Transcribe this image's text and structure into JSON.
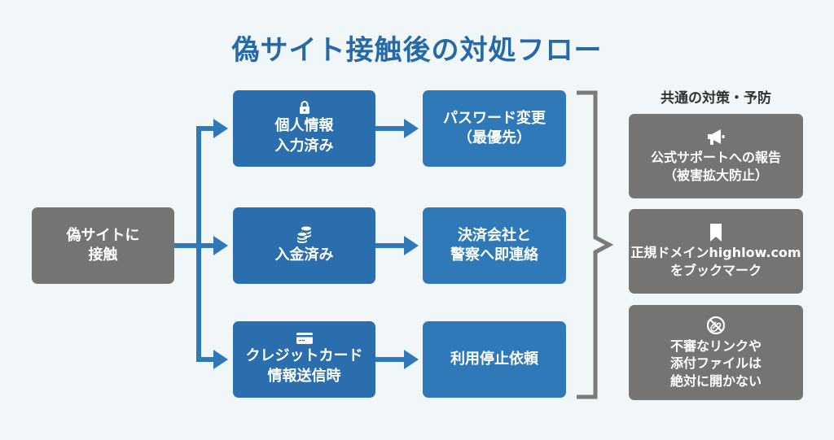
{
  "title": "偽サイト接触後の対処フロー",
  "start": {
    "lines": [
      "偽サイトに",
      "接触"
    ]
  },
  "conditions": [
    {
      "icon": "lock-icon",
      "lines": [
        "個人情報",
        "入力済み"
      ]
    },
    {
      "icon": "coins-icon",
      "lines": [
        "入金済み",
        ""
      ]
    },
    {
      "icon": "credit-card-icon",
      "lines": [
        "クレジットカード",
        "情報送信時"
      ]
    }
  ],
  "actions": [
    {
      "lines": [
        "パスワード変更",
        "（最優先）"
      ]
    },
    {
      "lines": [
        "決済会社と",
        "警察へ即連絡"
      ]
    },
    {
      "lines": [
        "利用停止依頼",
        ""
      ]
    }
  ],
  "common": {
    "title": "共通の対策・予防",
    "items": [
      {
        "icon": "megaphone-icon",
        "lines": [
          "公式サポートへの報告",
          "（被害拡大防止）",
          ""
        ]
      },
      {
        "icon": "bookmark-icon",
        "lines": [
          "正規ドメインhighlow.com",
          "をブックマーク",
          ""
        ]
      },
      {
        "icon": "no-link-icon",
        "lines": [
          "不審なリンクや",
          "添付ファイルは",
          "絶対に開かない"
        ]
      }
    ]
  },
  "colors": {
    "title": "#2569a8",
    "condition_box": "#2a6ead",
    "action_box": "#2f79b9",
    "gray_box": "#747474",
    "connector": "#2f79b9",
    "bracket": "#7a7a7a",
    "background": "#f1f7f9"
  }
}
